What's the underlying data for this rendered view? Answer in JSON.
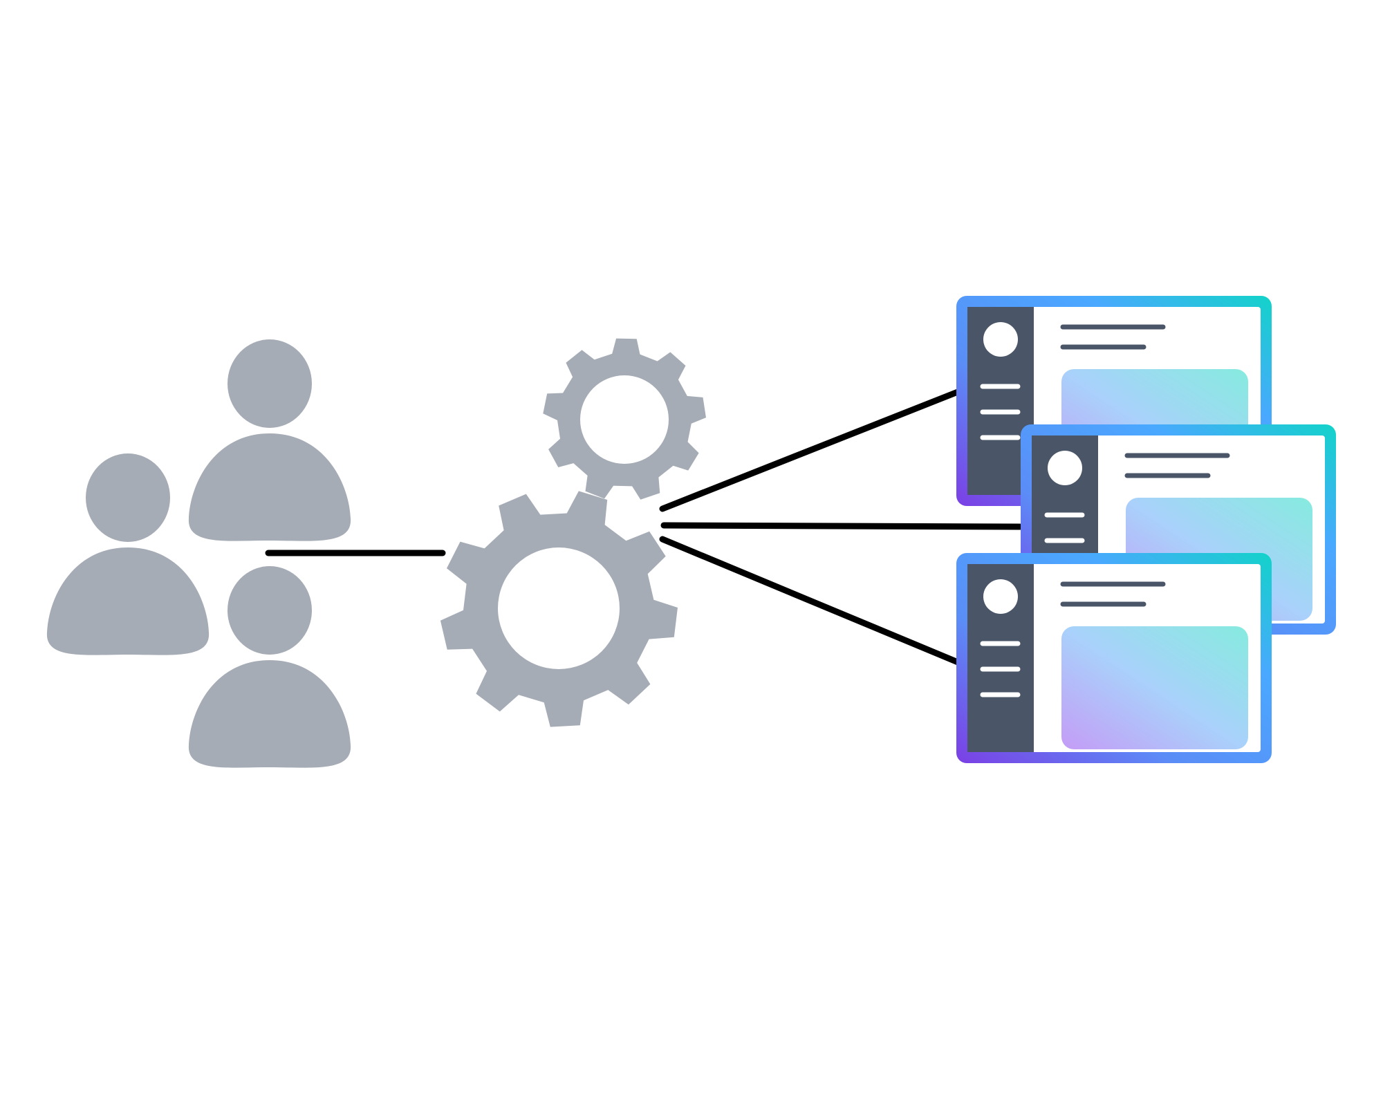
{
  "colors": {
    "background": "#ffffff",
    "icon_gray": "#a6acb5",
    "connector": "#000000",
    "sidebar": "#4a5668",
    "line_dark": "#4a5668",
    "line_light": "#ffffff",
    "frame_gradient": [
      "#7b3fe4",
      "#5b8df7",
      "#4aa8ff",
      "#12d3c9"
    ],
    "card_gradient": [
      "#c49cf6",
      "#a9d1fb",
      "#86ebdf"
    ]
  },
  "icons": {
    "users": "users-group-icon",
    "processing": "gears-icon",
    "outputs": "ui-window-icon"
  },
  "diagram": {
    "users_count": 3,
    "gears_count": 2,
    "windows_count": 3,
    "connectors_count": 4
  }
}
